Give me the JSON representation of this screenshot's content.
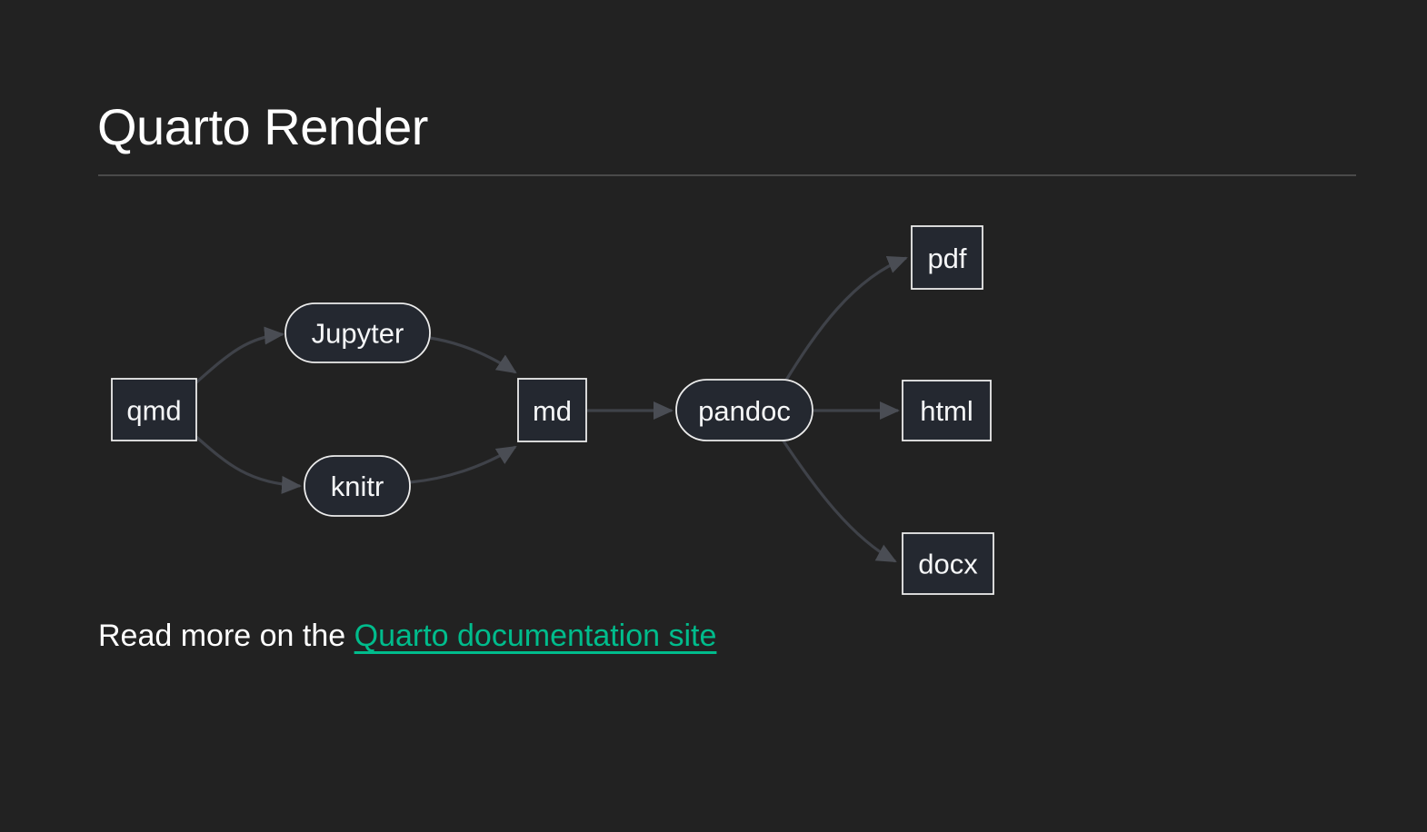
{
  "page": {
    "title": "Quarto Render",
    "background_color": "#222222"
  },
  "diagram": {
    "type": "flowchart-LR",
    "nodes": [
      {
        "id": "qmd",
        "label": "qmd",
        "shape": "rect"
      },
      {
        "id": "jupyter",
        "label": "Jupyter",
        "shape": "stadium"
      },
      {
        "id": "knitr",
        "label": "knitr",
        "shape": "stadium"
      },
      {
        "id": "md",
        "label": "md",
        "shape": "rect"
      },
      {
        "id": "pandoc",
        "label": "pandoc",
        "shape": "stadium"
      },
      {
        "id": "pdf",
        "label": "pdf",
        "shape": "rect"
      },
      {
        "id": "html",
        "label": "html",
        "shape": "rect"
      },
      {
        "id": "docx",
        "label": "docx",
        "shape": "rect"
      }
    ],
    "edges": [
      {
        "from": "qmd",
        "to": "jupyter"
      },
      {
        "from": "qmd",
        "to": "knitr"
      },
      {
        "from": "jupyter",
        "to": "md"
      },
      {
        "from": "knitr",
        "to": "md"
      },
      {
        "from": "md",
        "to": "pandoc"
      },
      {
        "from": "pandoc",
        "to": "pdf"
      },
      {
        "from": "pandoc",
        "to": "html"
      },
      {
        "from": "pandoc",
        "to": "docx"
      }
    ],
    "colors": {
      "node_fill": "#242830",
      "node_border": "#ececec",
      "node_text": "#f5f6f7",
      "edge": "#3f4249",
      "arrowhead": "#4a4d54"
    }
  },
  "footer": {
    "text_before_link": "Read more on the ",
    "link_label": "Quarto documentation site",
    "link_color": "#00bc8c"
  }
}
